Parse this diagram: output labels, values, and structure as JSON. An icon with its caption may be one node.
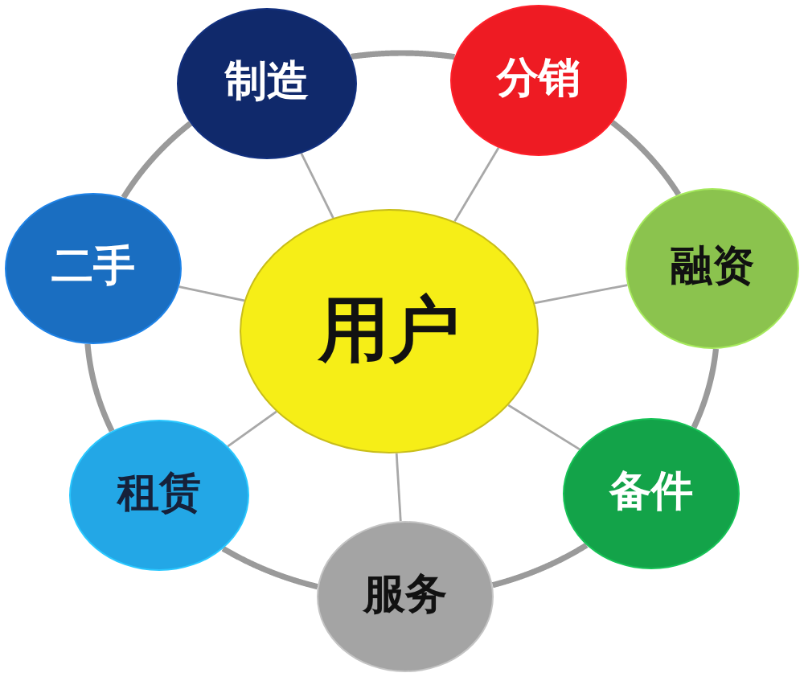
{
  "diagram": {
    "nodes": [
      {
        "text": [
          "制造"
        ]
      },
      {
        "text": [
          "分销"
        ]
      },
      {
        "text": [
          "二手"
        ]
      },
      {
        "text": [
          "用户"
        ]
      },
      {
        "text": [
          "融资"
        ]
      },
      {
        "text": [
          "租赁"
        ]
      },
      {
        "text": [
          "备件"
        ]
      },
      {
        "text": [
          "服务"
        ]
      }
    ],
    "edges": [
      {
        "from": 0,
        "to": 1,
        "arrow": "none",
        "style": "thick"
      },
      {
        "from": 1,
        "to": 4,
        "arrow": "none",
        "style": "thick"
      },
      {
        "from": 4,
        "to": 6,
        "arrow": "none",
        "style": "thick"
      },
      {
        "from": 6,
        "to": 7,
        "arrow": "none",
        "style": "thick"
      },
      {
        "from": 7,
        "to": 5,
        "arrow": "none",
        "style": "thick"
      },
      {
        "from": 5,
        "to": 2,
        "arrow": "none",
        "style": "thick"
      },
      {
        "from": 2,
        "to": 0,
        "arrow": "none",
        "style": "thick"
      },
      {
        "from": 3,
        "to": 0,
        "arrow": "none"
      },
      {
        "from": 3,
        "to": 1,
        "arrow": "none"
      },
      {
        "from": 3,
        "to": 4,
        "arrow": "none"
      },
      {
        "from": 3,
        "to": 6,
        "arrow": "none"
      },
      {
        "from": 3,
        "to": 7,
        "arrow": "none"
      },
      {
        "from": 3,
        "to": 5,
        "arrow": "none"
      },
      {
        "from": 3,
        "to": 2,
        "arrow": "none"
      }
    ]
  }
}
